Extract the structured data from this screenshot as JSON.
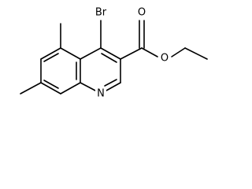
{
  "molecule": {
    "atoms": {
      "bromine": "Br",
      "ester_carbonyl_oxygen": "O",
      "ester_ether_oxygen": "O",
      "ring_nitrogen": "N"
    }
  },
  "colors": {
    "bond": "#000000",
    "label": "#000000",
    "background": "#ffffff"
  }
}
